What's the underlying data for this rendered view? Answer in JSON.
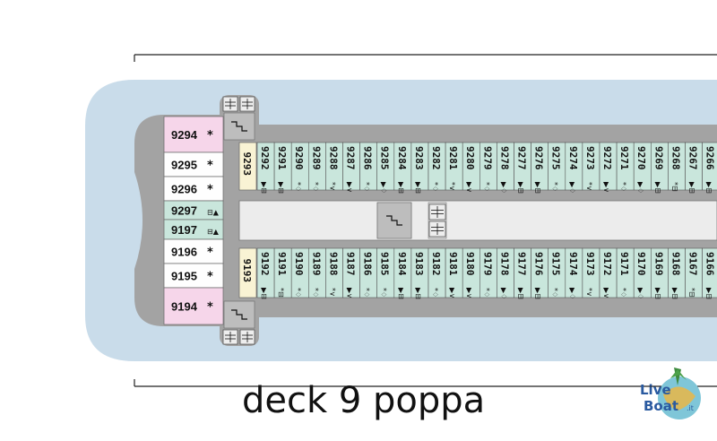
{
  "deck_title": "deck 9 poppa",
  "logo": {
    "live": "Live",
    "boat": "Boat",
    "tld": ".it"
  },
  "colors": {
    "sea": "#c9dcea",
    "hull": "#a3a3a3",
    "corridor": "#ececec",
    "cabin_green": "#c9e6dc",
    "cabin_pink": "#f6d6ea",
    "cabin_white": "#fefefe",
    "cabin_yellow": "#f9f3d4",
    "stair_grey": "#bdbdbd"
  },
  "top_row": {
    "end_cabin": "9293",
    "cabins": [
      {
        "num": "9292",
        "sym": "▶⊟"
      },
      {
        "num": "9291",
        "sym": "▶⊟"
      },
      {
        "num": "9290",
        "sym": "*♢"
      },
      {
        "num": "9289",
        "sym": "*♢"
      },
      {
        "num": "9288",
        "sym": "*∨"
      },
      {
        "num": "9287",
        "sym": "▶∨"
      },
      {
        "num": "9286",
        "sym": "*♢"
      },
      {
        "num": "9285",
        "sym": "▶♢"
      },
      {
        "num": "9284",
        "sym": "▶⊟"
      },
      {
        "num": "9283",
        "sym": "▶⊟"
      },
      {
        "num": "9282",
        "sym": "*♢"
      },
      {
        "num": "9281",
        "sym": "*∨"
      },
      {
        "num": "9280",
        "sym": "▶∨"
      },
      {
        "num": "9279",
        "sym": "*♢"
      },
      {
        "num": "9278",
        "sym": "▶♢"
      },
      {
        "num": "9277",
        "sym": "▶⊟"
      },
      {
        "num": "9276",
        "sym": "▶⊟"
      },
      {
        "num": "9275",
        "sym": "*♢"
      },
      {
        "num": "9274",
        "sym": "▶♢"
      },
      {
        "num": "9273",
        "sym": "*∨"
      },
      {
        "num": "9272",
        "sym": "▶∨"
      },
      {
        "num": "9271",
        "sym": "*♢"
      },
      {
        "num": "9270",
        "sym": "▶♢"
      },
      {
        "num": "9269",
        "sym": "▶⊟"
      },
      {
        "num": "9268",
        "sym": "*⊟"
      },
      {
        "num": "9267",
        "sym": "▶⊟"
      },
      {
        "num": "9266",
        "sym": "▶⊟"
      }
    ]
  },
  "bottom_row": {
    "end_cabin": "9193",
    "cabins": [
      {
        "num": "9192",
        "sym": "▶⊟"
      },
      {
        "num": "9191",
        "sym": "*⊟"
      },
      {
        "num": "9190",
        "sym": "*♢"
      },
      {
        "num": "9189",
        "sym": "*♢"
      },
      {
        "num": "9188",
        "sym": "*∨"
      },
      {
        "num": "9187",
        "sym": "▶∨"
      },
      {
        "num": "9186",
        "sym": "*♢"
      },
      {
        "num": "9185",
        "sym": "*♢"
      },
      {
        "num": "9184",
        "sym": "▶⊟"
      },
      {
        "num": "9183",
        "sym": "▶⊟"
      },
      {
        "num": "9182",
        "sym": "*♢"
      },
      {
        "num": "9181",
        "sym": "▶∨"
      },
      {
        "num": "9180",
        "sym": "▶∨"
      },
      {
        "num": "9179",
        "sym": "*♢"
      },
      {
        "num": "9178",
        "sym": "▶♢"
      },
      {
        "num": "9177",
        "sym": "▶⊟"
      },
      {
        "num": "9176",
        "sym": "▶⊟"
      },
      {
        "num": "9175",
        "sym": "*♢"
      },
      {
        "num": "9174",
        "sym": "▶♢"
      },
      {
        "num": "9173",
        "sym": "*∨"
      },
      {
        "num": "9172",
        "sym": "▶∨"
      },
      {
        "num": "9171",
        "sym": "*♢"
      },
      {
        "num": "9170",
        "sym": "▶♢"
      },
      {
        "num": "9169",
        "sym": "▶⊟"
      },
      {
        "num": "9168",
        "sym": "▶⊟"
      },
      {
        "num": "9167",
        "sym": "*⊟"
      },
      {
        "num": "9166",
        "sym": "▶⊟"
      }
    ]
  },
  "bow_cabins": [
    {
      "num": "9294",
      "sym": "*",
      "type": "pink"
    },
    {
      "num": "9295",
      "sym": "*",
      "type": "white"
    },
    {
      "num": "9296",
      "sym": "*",
      "type": "white"
    },
    {
      "num": "9297",
      "sym": "⊟▲",
      "type": "green"
    },
    {
      "num": "9197",
      "sym": "⊟▲",
      "type": "green"
    },
    {
      "num": "9196",
      "sym": "*",
      "type": "white"
    },
    {
      "num": "9195",
      "sym": "*",
      "type": "white"
    },
    {
      "num": "9194",
      "sym": "*",
      "type": "pink"
    }
  ],
  "icons": {
    "stairs": "stairs-icon",
    "elevator": "elevator-icon"
  }
}
